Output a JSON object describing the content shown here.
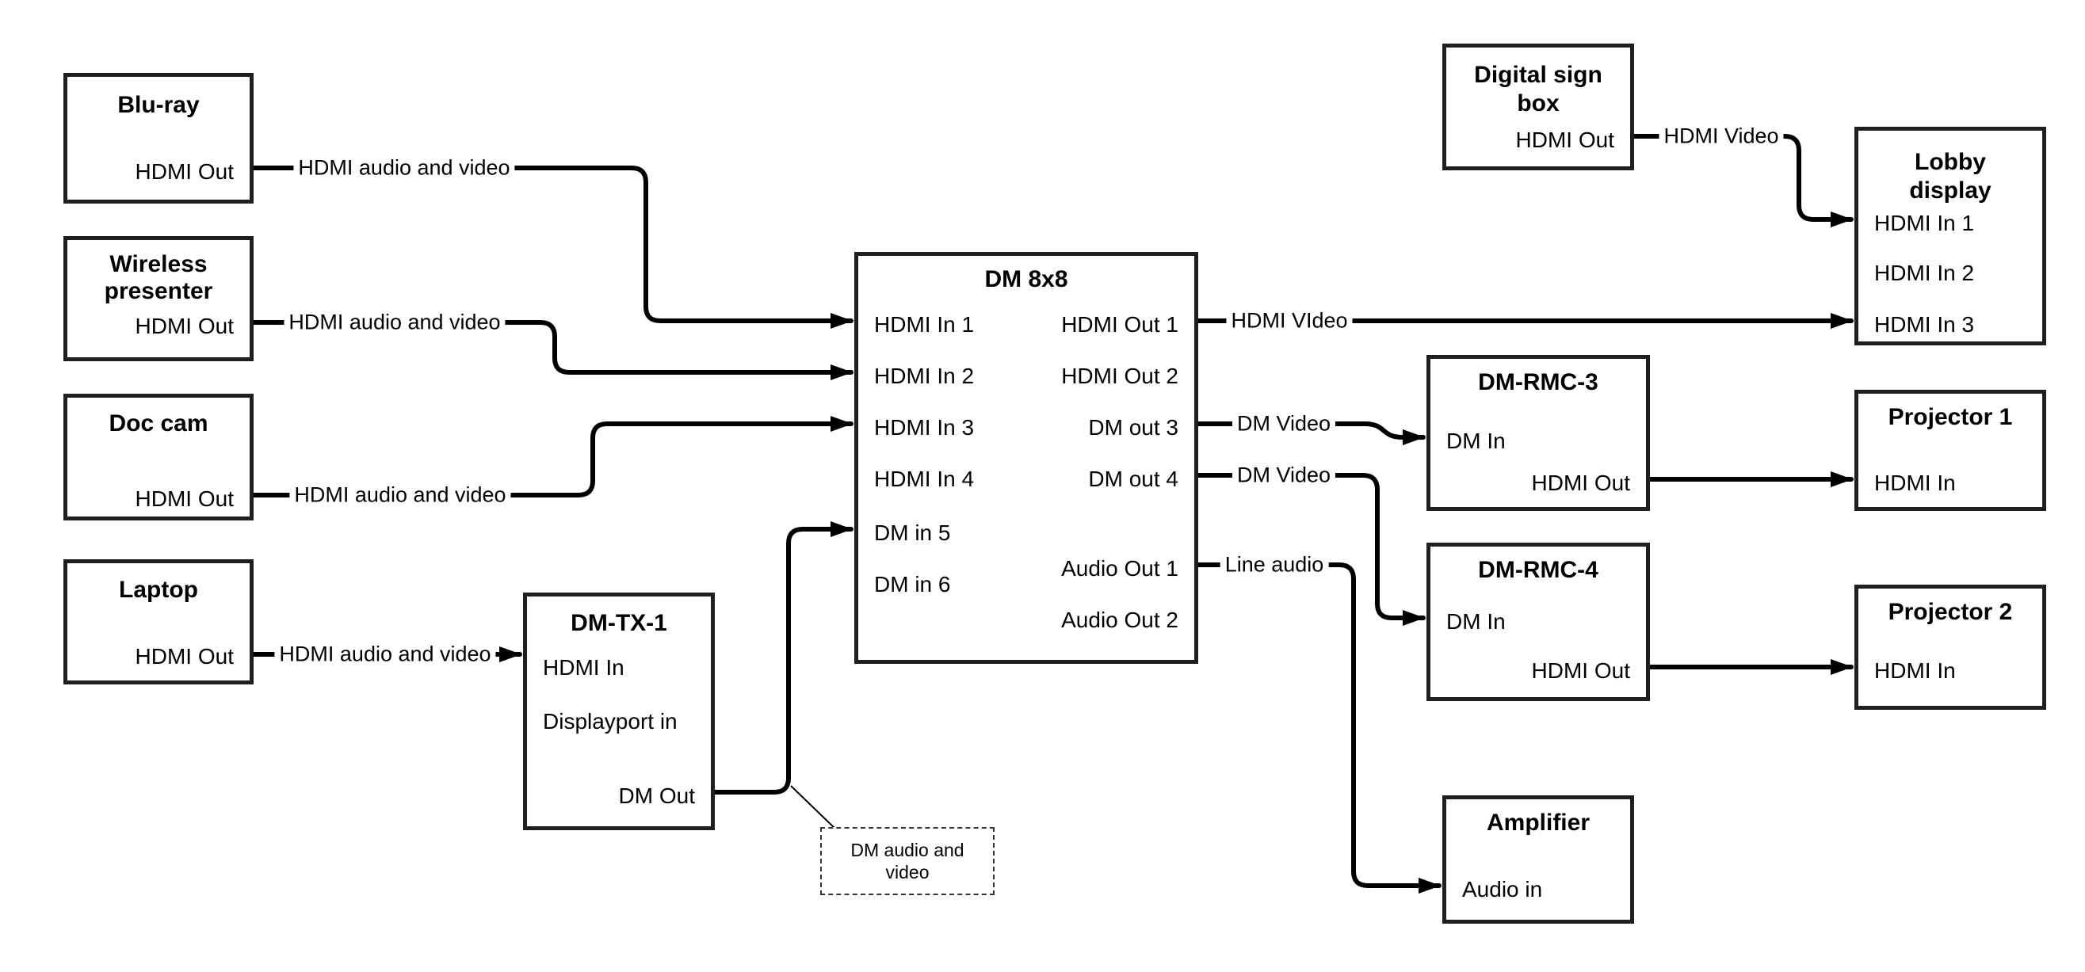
{
  "nodes": {
    "bluray": {
      "title": "Blu-ray",
      "port_out": "HDMI Out"
    },
    "wireless": {
      "title_line1": "Wireless",
      "title_line2": "presenter",
      "port_out": "HDMI Out"
    },
    "doccam": {
      "title": "Doc cam",
      "port_out": "HDMI Out"
    },
    "laptop": {
      "title": "Laptop",
      "port_out": "HDMI Out"
    },
    "dmtx1": {
      "title": "DM-TX-1",
      "port_hdmi_in": "HDMI In",
      "port_displayport_in": "Displayport in",
      "port_dm_out": "DM Out"
    },
    "dm8x8": {
      "title": "DM 8x8",
      "ports_in": {
        "in1": "HDMI In 1",
        "in2": "HDMI In 2",
        "in3": "HDMI In 3",
        "in4": "HDMI In 4",
        "in5": "DM in 5",
        "in6": "DM in 6"
      },
      "ports_out": {
        "out1": "HDMI Out 1",
        "out2": "HDMI Out 2",
        "out3": "DM out 3",
        "out4": "DM out 4",
        "aout1": "Audio Out 1",
        "aout2": "Audio Out 2"
      }
    },
    "signbox": {
      "title_line1": "Digital sign",
      "title_line2": "box",
      "port_out": "HDMI Out"
    },
    "lobby": {
      "title_line1": "Lobby",
      "title_line2": "display",
      "port_in1": "HDMI In 1",
      "port_in2": "HDMI In 2",
      "port_in3": "HDMI In 3"
    },
    "rmc3": {
      "title": "DM-RMC-3",
      "port_in": "DM In",
      "port_out": "HDMI Out"
    },
    "rmc4": {
      "title": "DM-RMC-4",
      "port_in": "DM In",
      "port_out": "HDMI Out"
    },
    "proj1": {
      "title": "Projector 1",
      "port_in": "HDMI In"
    },
    "proj2": {
      "title": "Projector 2",
      "port_in": "HDMI In"
    },
    "amp": {
      "title": "Amplifier",
      "port_in": "Audio in"
    }
  },
  "edge_labels": {
    "hdmi_av": "HDMI audio and video",
    "hdmi_video_out1": "HDMI VIdeo",
    "hdmi_video_sign": "HDMI Video",
    "dm_video": "DM Video",
    "line_audio": "Line audio"
  },
  "note": {
    "line1": "DM audio and",
    "line2": "video"
  },
  "colors": {
    "line": "#000000",
    "box_border": "#1f1f1f",
    "background": "#ffffff"
  }
}
